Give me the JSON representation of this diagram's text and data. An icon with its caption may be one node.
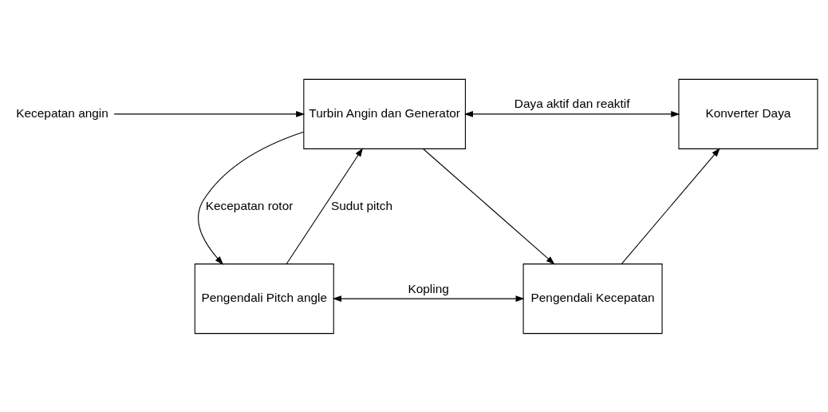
{
  "diagram": {
    "nodes": [
      {
        "text": [
          "Turbin Angin dan Generator"
        ]
      },
      {
        "text": [
          "Konverter Daya"
        ]
      },
      {
        "text": [
          "Pengendali Pitch angle"
        ]
      },
      {
        "text": [
          "Pengendali Kecepatan"
        ]
      },
      {
        "text": [
          "Kecepatan angin"
        ]
      }
    ],
    "edges": [
      {
        "from": 4,
        "to": 0,
        "arrow": "to"
      },
      {
        "from": 0,
        "to": 1,
        "arrow": "both",
        "label": "Daya aktif dan reaktif"
      },
      {
        "from": 0,
        "to": 2,
        "arrow": "to",
        "label": "Kecepatan rotor"
      },
      {
        "from": 0,
        "to": 3,
        "arrow": "to"
      },
      {
        "from": 2,
        "to": 0,
        "arrow": "to",
        "label": "Sudut pitch"
      },
      {
        "from": 2,
        "to": 3,
        "arrow": "both",
        "label": "Kopling"
      },
      {
        "from": 3,
        "to": 1,
        "arrow": "to"
      }
    ]
  }
}
